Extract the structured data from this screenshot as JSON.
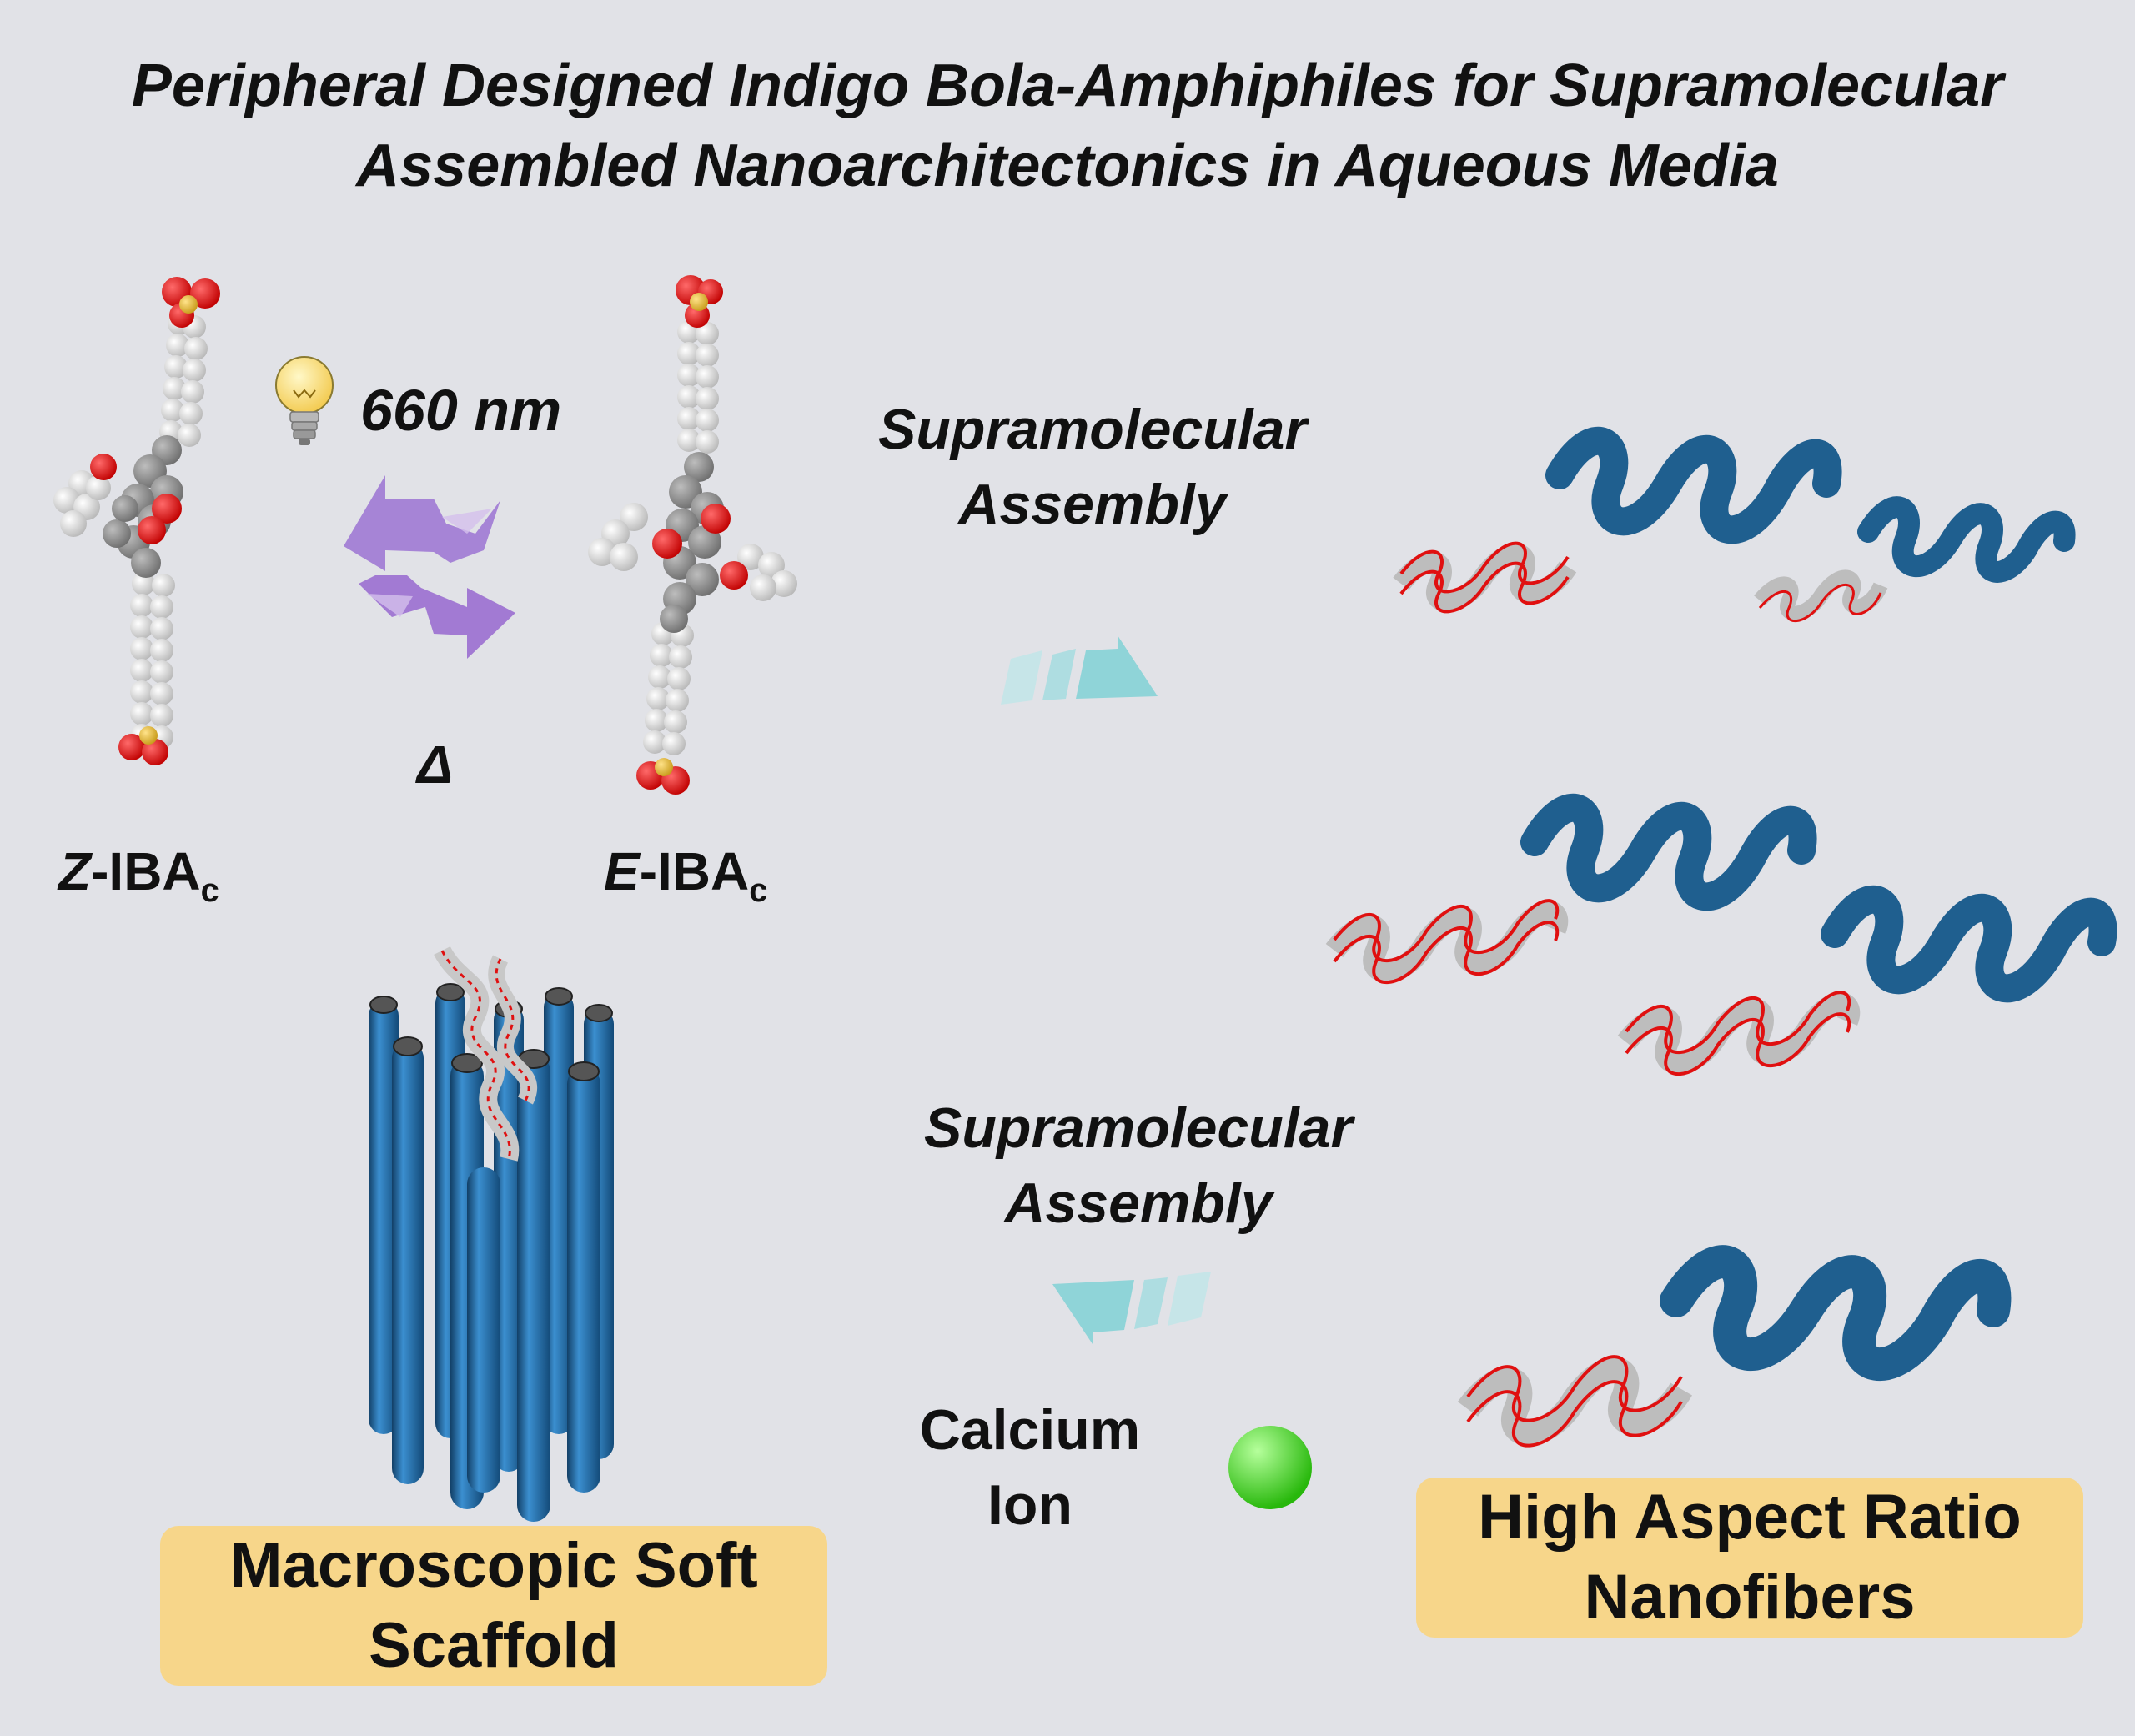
{
  "title": {
    "line1": "Peripheral Designed Indigo Bola-Amphiphiles for Supramolecular",
    "line2": "Assembled Nanoarchitectonics in Aqueous Media"
  },
  "switching": {
    "wavelength": "660 nm",
    "thermal": "Δ",
    "z_prefix": "Z",
    "e_prefix": "E",
    "name": "-IBA",
    "subscript": "c"
  },
  "assembly_upper": {
    "line1": "Supramolecular",
    "line2": "Assembly"
  },
  "assembly_lower": {
    "line1": "Supramolecular",
    "line2": "Assembly"
  },
  "calcium": {
    "line1": "Calcium",
    "line2": "Ion"
  },
  "box_left": {
    "line1": "Macroscopic Soft",
    "line2": "Scaffold"
  },
  "box_right": {
    "line1": "High Aspect Ratio",
    "line2": "Nanofibers"
  },
  "colors": {
    "background": "#e1e2e7",
    "fiber_blue": "#1f5f8f",
    "oxygen_red": "#e01010",
    "sulfur_yellow": "#e8c038",
    "arrow_purple": "#9b6fd0",
    "arrow_cyan": "#8fd4d8",
    "calcium_green": "#3ee01a",
    "box_fill": "#f7d68a"
  }
}
